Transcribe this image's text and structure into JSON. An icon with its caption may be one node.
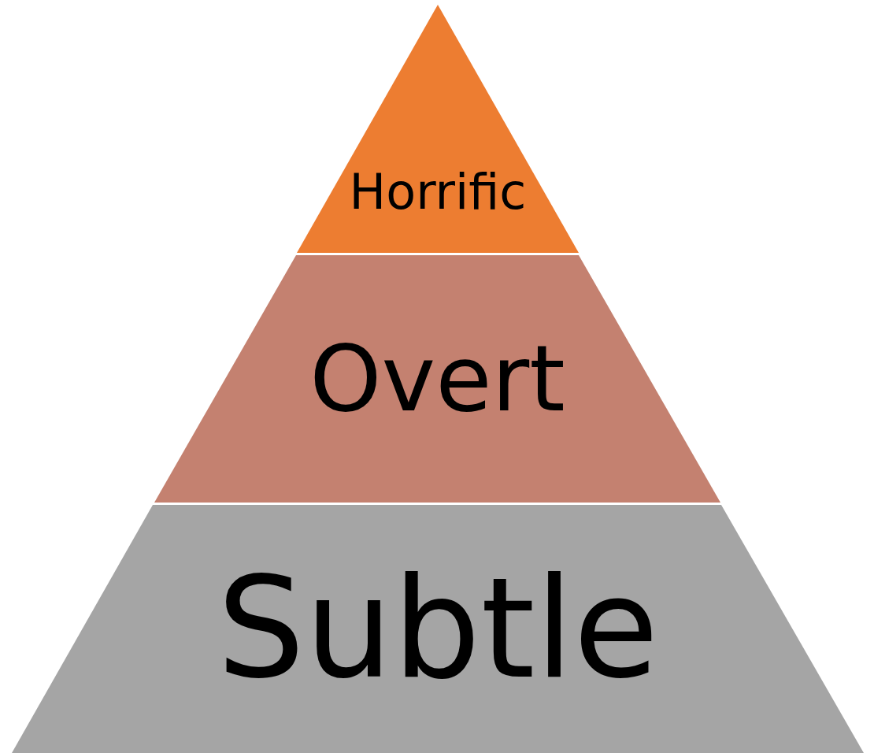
{
  "diagram": {
    "nodes": [
      {
        "text": [
          "Horrific"
        ]
      },
      {
        "text": [
          "Overt"
        ]
      },
      {
        "text": [
          "Subtle"
        ]
      }
    ]
  }
}
